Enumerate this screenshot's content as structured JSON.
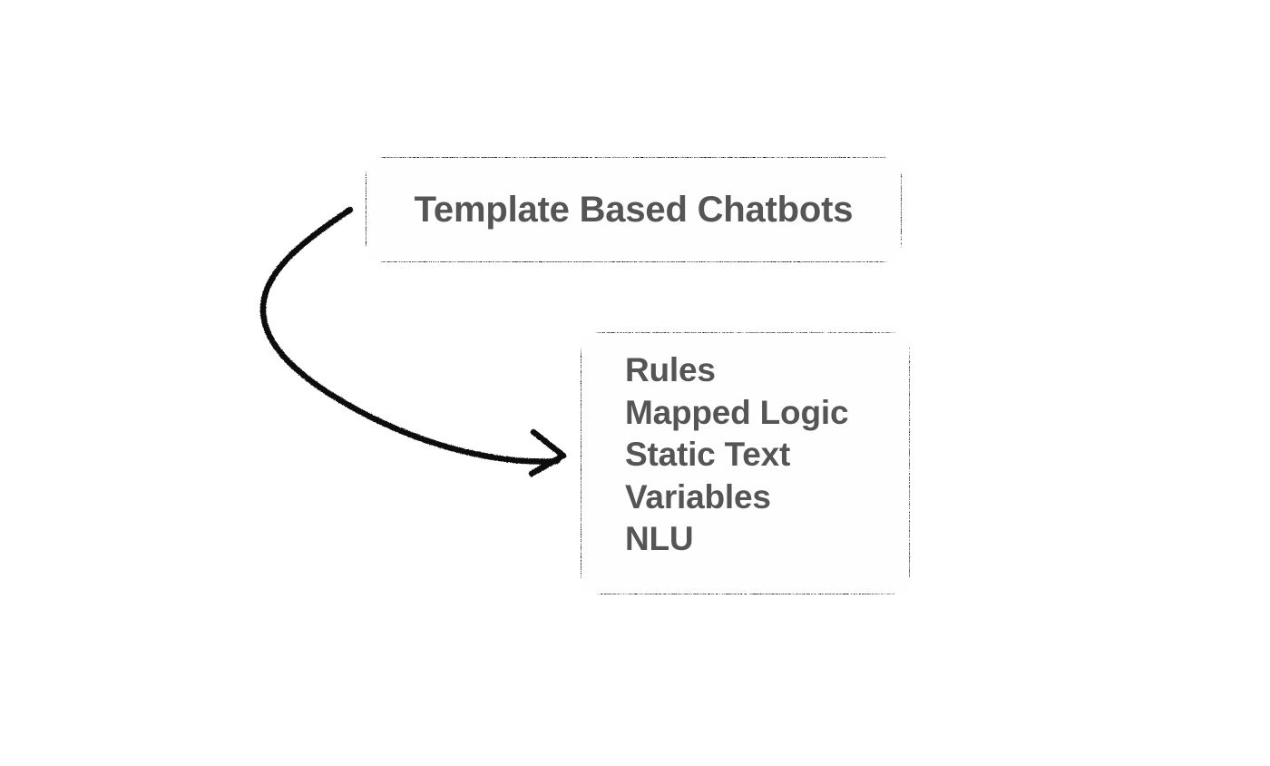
{
  "diagram": {
    "type": "flow-diagram",
    "style": "hand-drawn-sketch",
    "background_color": "#ffffff",
    "stroke_color": "#1a1a1a",
    "text_color": "#555555",
    "nodes": [
      {
        "id": "template-based-chatbots",
        "shape": "rounded-rectangle",
        "label": "Template Based Chatbots"
      },
      {
        "id": "features",
        "shape": "rounded-rectangle",
        "items": [
          {
            "label": "Rules"
          },
          {
            "label": "Mapped Logic"
          },
          {
            "label": "Static Text"
          },
          {
            "label": "Variables"
          },
          {
            "label": "NLU"
          }
        ]
      }
    ],
    "edges": [
      {
        "id": "curved-arrow",
        "from": "template-based-chatbots",
        "to": "features",
        "style": "curved",
        "arrowhead": "open",
        "label": ""
      }
    ]
  }
}
